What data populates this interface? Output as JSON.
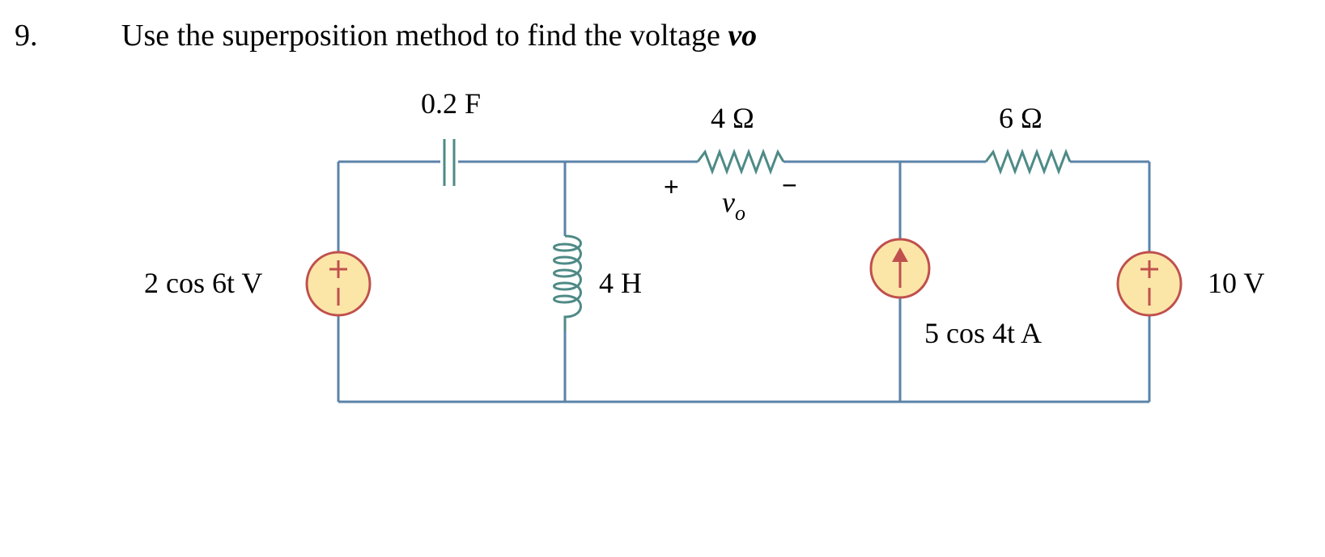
{
  "question": {
    "number": "9.",
    "text": "Use the superposition method to find the voltage ",
    "variable": "vo"
  },
  "circuit": {
    "capacitor_label": "0.2 F",
    "resistor1_label": "4 Ω",
    "resistor2_label": "6 Ω",
    "inductor_label": "4 H",
    "voltage_source_left_label": "2 cos 6t V",
    "current_source_label": "5 cos 4t A",
    "voltage_source_right_label": "10 V",
    "vo_plus": "+",
    "vo_minus": "−",
    "vo_label": "v",
    "vo_subscript": "o",
    "colors": {
      "wire": "#5b83a8",
      "component": "#4e8a86",
      "source_fill": "#fbe6a8",
      "source_stroke": "#c0504d"
    }
  }
}
